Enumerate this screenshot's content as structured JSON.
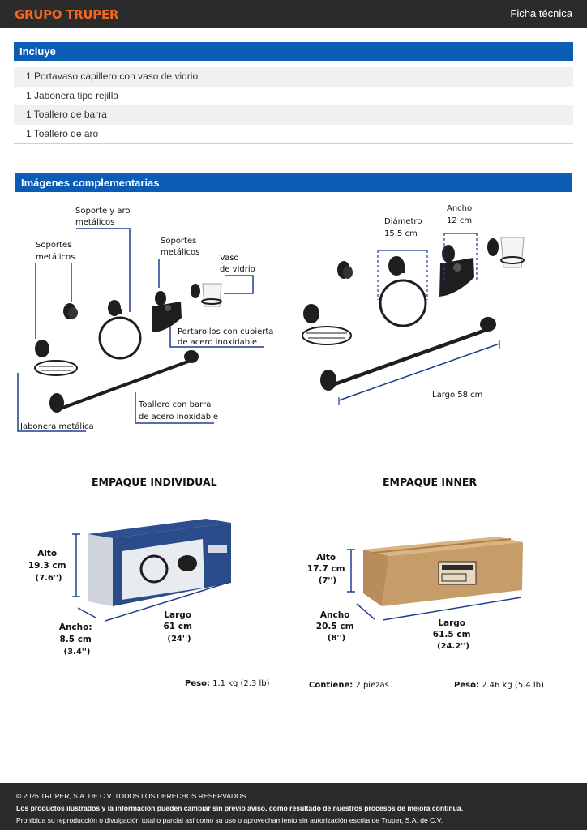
{
  "header": {
    "logo": "GRUPO TRUPER",
    "doc_type": "Ficha técnica"
  },
  "incluye": {
    "title": "Incluye",
    "items": [
      "1 Portavaso capillero con vaso de vidrio",
      "1 Jabonera tipo rejilla",
      "1 Toallero de barra",
      "1 Toallero de aro"
    ]
  },
  "imagenes": {
    "title": "Imágenes complementarias",
    "callouts": {
      "soporte_aro": [
        "Soporte y aro",
        "metálicos"
      ],
      "soportes_1": [
        "Soportes",
        "metálicos"
      ],
      "soportes_2": [
        "Soportes",
        "metálicos"
      ],
      "vaso": [
        "Vaso",
        "de vidrio"
      ],
      "portarollos": [
        "Portarollos con cubierta",
        "de acero inoxidable"
      ],
      "toallero_barra": [
        "Toallero con barra",
        "de acero inoxidable"
      ],
      "jabonera": "Jabonera metálica"
    },
    "dimensions": {
      "diametro": [
        "Diámetro",
        "15.5 cm"
      ],
      "ancho": [
        "Ancho",
        "12 cm"
      ],
      "largo": "Largo 58 cm"
    }
  },
  "empaque_individual": {
    "title": "EMPAQUE INDIVIDUAL",
    "alto": [
      "Alto",
      "19.3 cm",
      "(7.6'')"
    ],
    "ancho": [
      "Ancho:",
      "8.5 cm",
      "(3.4'')"
    ],
    "largo": [
      "Largo",
      "61 cm",
      "(24'')"
    ],
    "peso_label": "Peso:",
    "peso_value": "1.1 kg (2.3 lb)"
  },
  "empaque_inner": {
    "title": "EMPAQUE INNER",
    "alto": [
      "Alto",
      "17.7 cm",
      "(7'')"
    ],
    "ancho": [
      "Ancho",
      "20.5 cm",
      "(8'')"
    ],
    "largo": [
      "Largo",
      "61.5 cm",
      "(24.2'')"
    ],
    "contiene_label": "Contiene:",
    "contiene_value": "2 piezas",
    "peso_label": "Peso:",
    "peso_value": "2.46 kg (5.4 lb)"
  },
  "footer": {
    "line1": "© 2026 TRUPER, S.A. DE C.V. TODOS LOS DERECHOS RESERVADOS.",
    "line2": "Los productos ilustrados y la información pueden cambiar sin previo aviso, como resultado de nuestros procesos de mejora continua.",
    "line3": "Prohibida su reproducción o divulgación total o parcial así como su uso o aprovechamiento sin autorización escrita de Truper, S.A. de C.V."
  },
  "colors": {
    "accent": "#f26522",
    "section_blue": "#0b5cb5",
    "dark_bar": "#2b2b2b",
    "dimension_line": "#1f3f8f"
  }
}
